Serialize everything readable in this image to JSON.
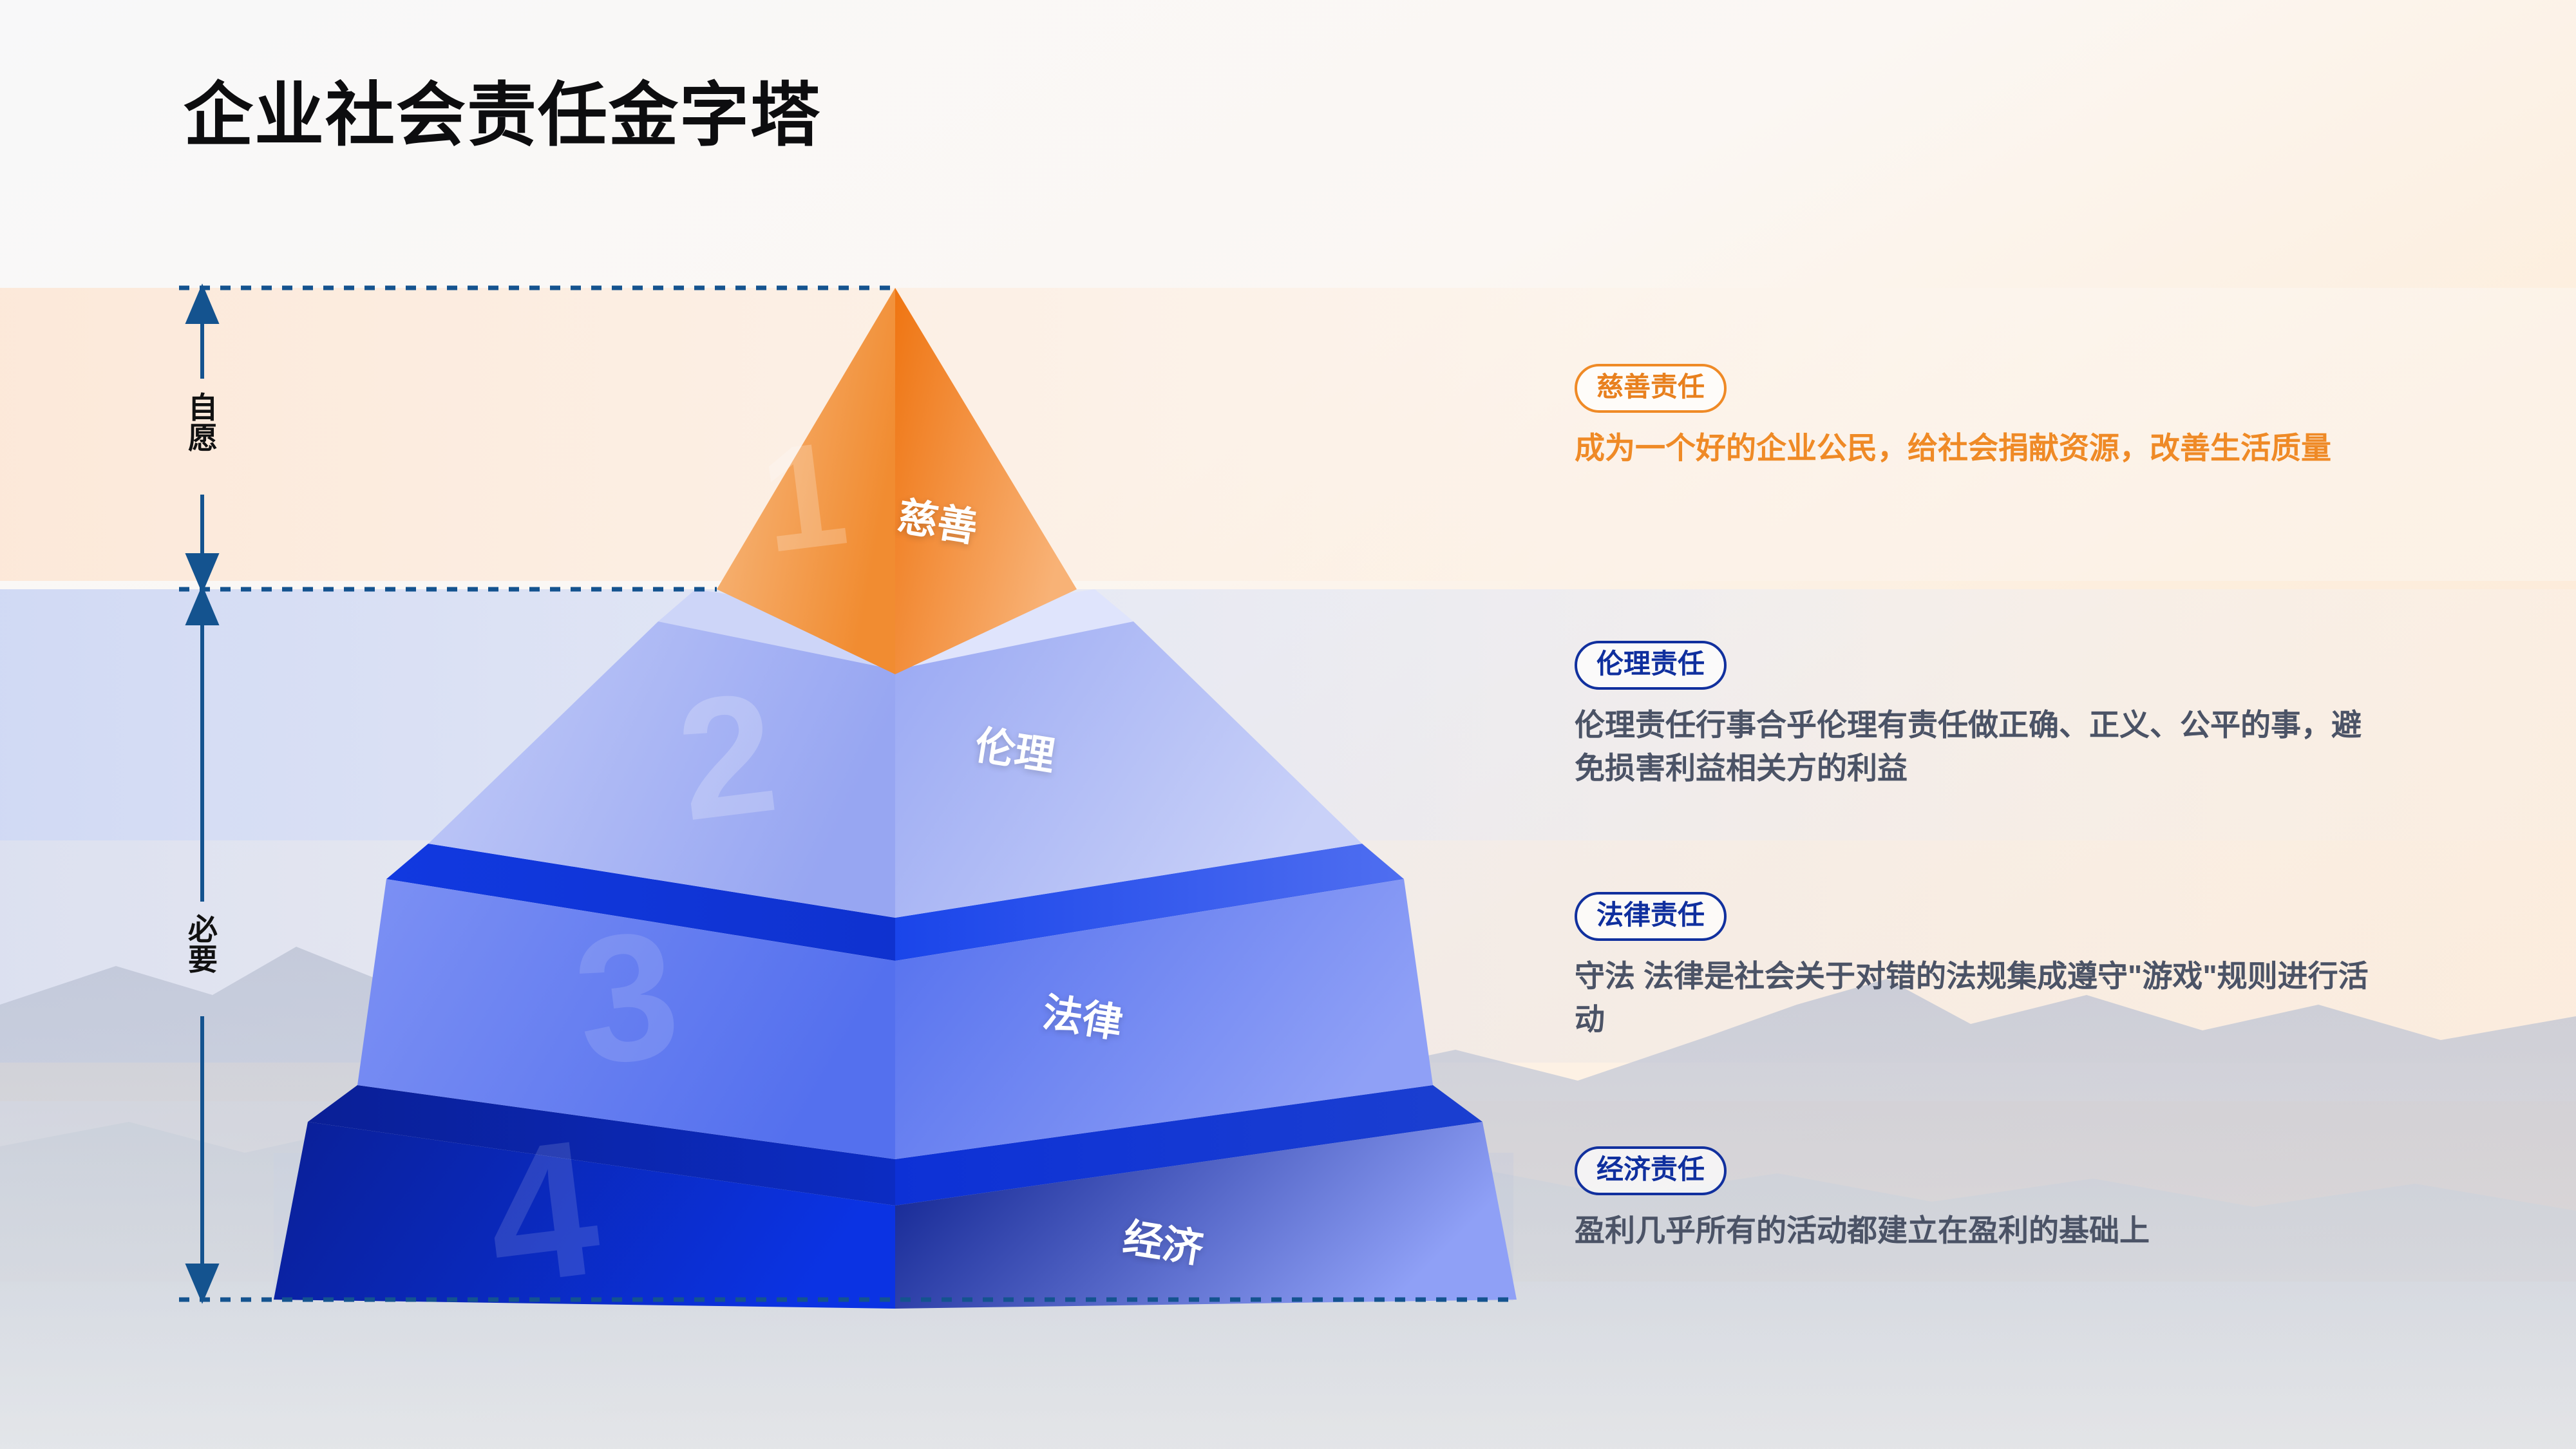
{
  "page": {
    "title": "企业社会责任金字塔"
  },
  "axis": {
    "upper_label": "自愿",
    "lower_label": "必要"
  },
  "pyramid": {
    "tiers": [
      {
        "number": "1",
        "caption": "慈善",
        "color": "#f08024"
      },
      {
        "number": "2",
        "caption": "伦理",
        "color": "#a7b3f2"
      },
      {
        "number": "3",
        "caption": "法律",
        "color": "#5a74ef"
      },
      {
        "number": "4",
        "caption": "经济",
        "color": "#0e2bb0"
      }
    ]
  },
  "notes": [
    {
      "badge": "慈善责任",
      "body": "成为一个好的企业公民，给社会捐献资源，改善生活质量",
      "accent": "#ef8a26"
    },
    {
      "badge": "伦理责任",
      "body": "伦理责任行事合乎伦理有责任做正确、正义、公平的事，避免损害利益相关方的利益",
      "accent": "#11309e"
    },
    {
      "badge": "法律责任",
      "body": "守法 法律是社会关于对错的法规集成遵守\"游戏\"规则进行活动",
      "accent": "#11309e"
    },
    {
      "badge": "经济责任",
      "body": "盈利几乎所有的活动都建立在盈利的基础上",
      "accent": "#11309e"
    }
  ]
}
